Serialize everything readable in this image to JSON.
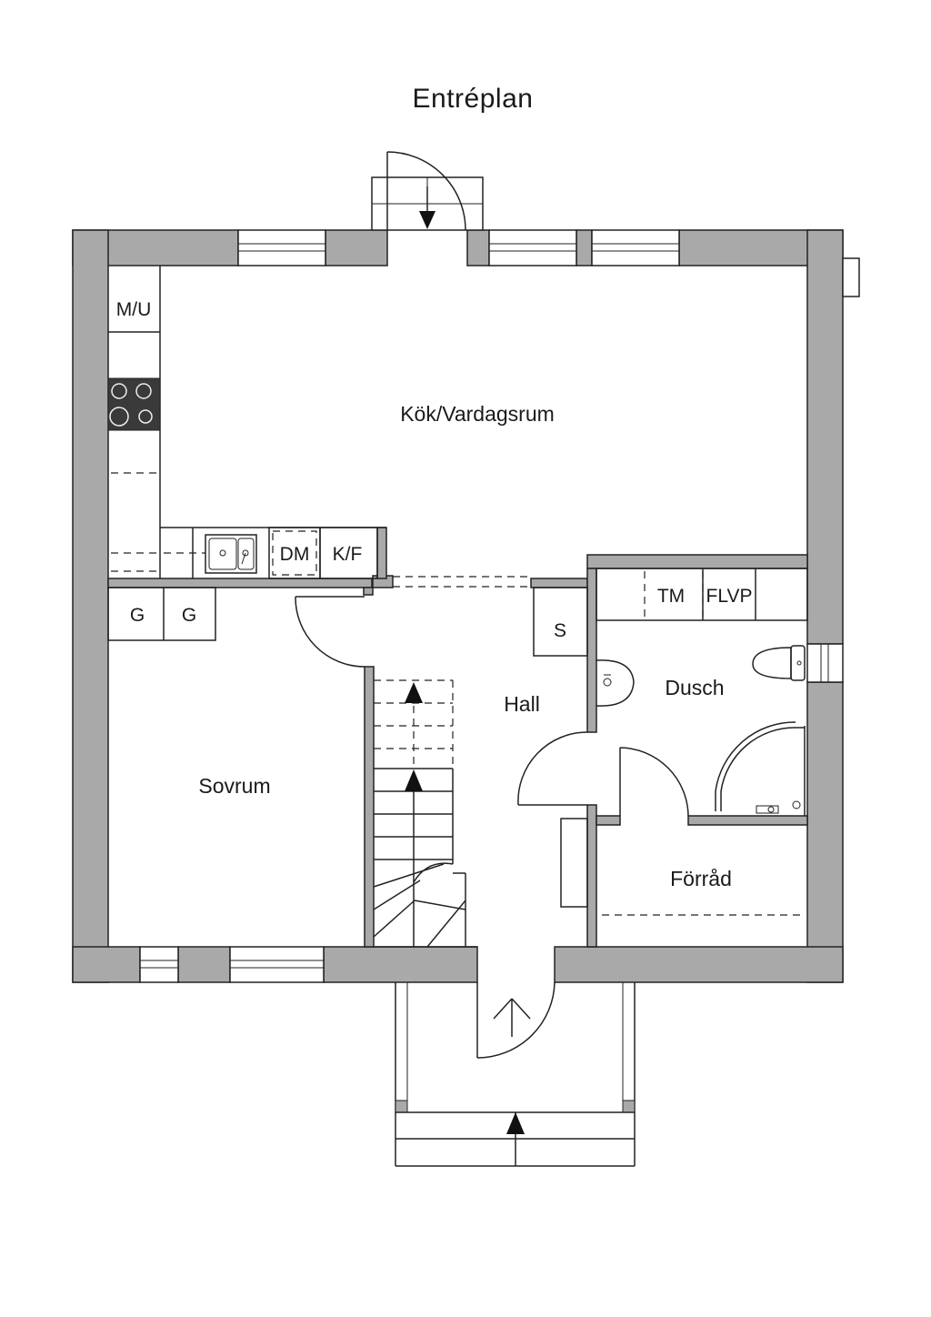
{
  "title": "Entréplan",
  "rooms": {
    "kitchen_living": "Kök/Vardagsrum",
    "bedroom": "Sovrum",
    "hall": "Hall",
    "shower": "Dusch",
    "storage": "Förråd"
  },
  "fixtures": {
    "microwave_oven": "M/U",
    "dishwasher": "DM",
    "fridge_freezer": "K/F",
    "wardrobe_1": "G",
    "wardrobe_2": "G",
    "closet": "S",
    "dryer": "TM",
    "heat_pump": "FLVP"
  },
  "colors": {
    "wall": "#a9a9a9",
    "line": "#222222",
    "background": "#ffffff"
  }
}
